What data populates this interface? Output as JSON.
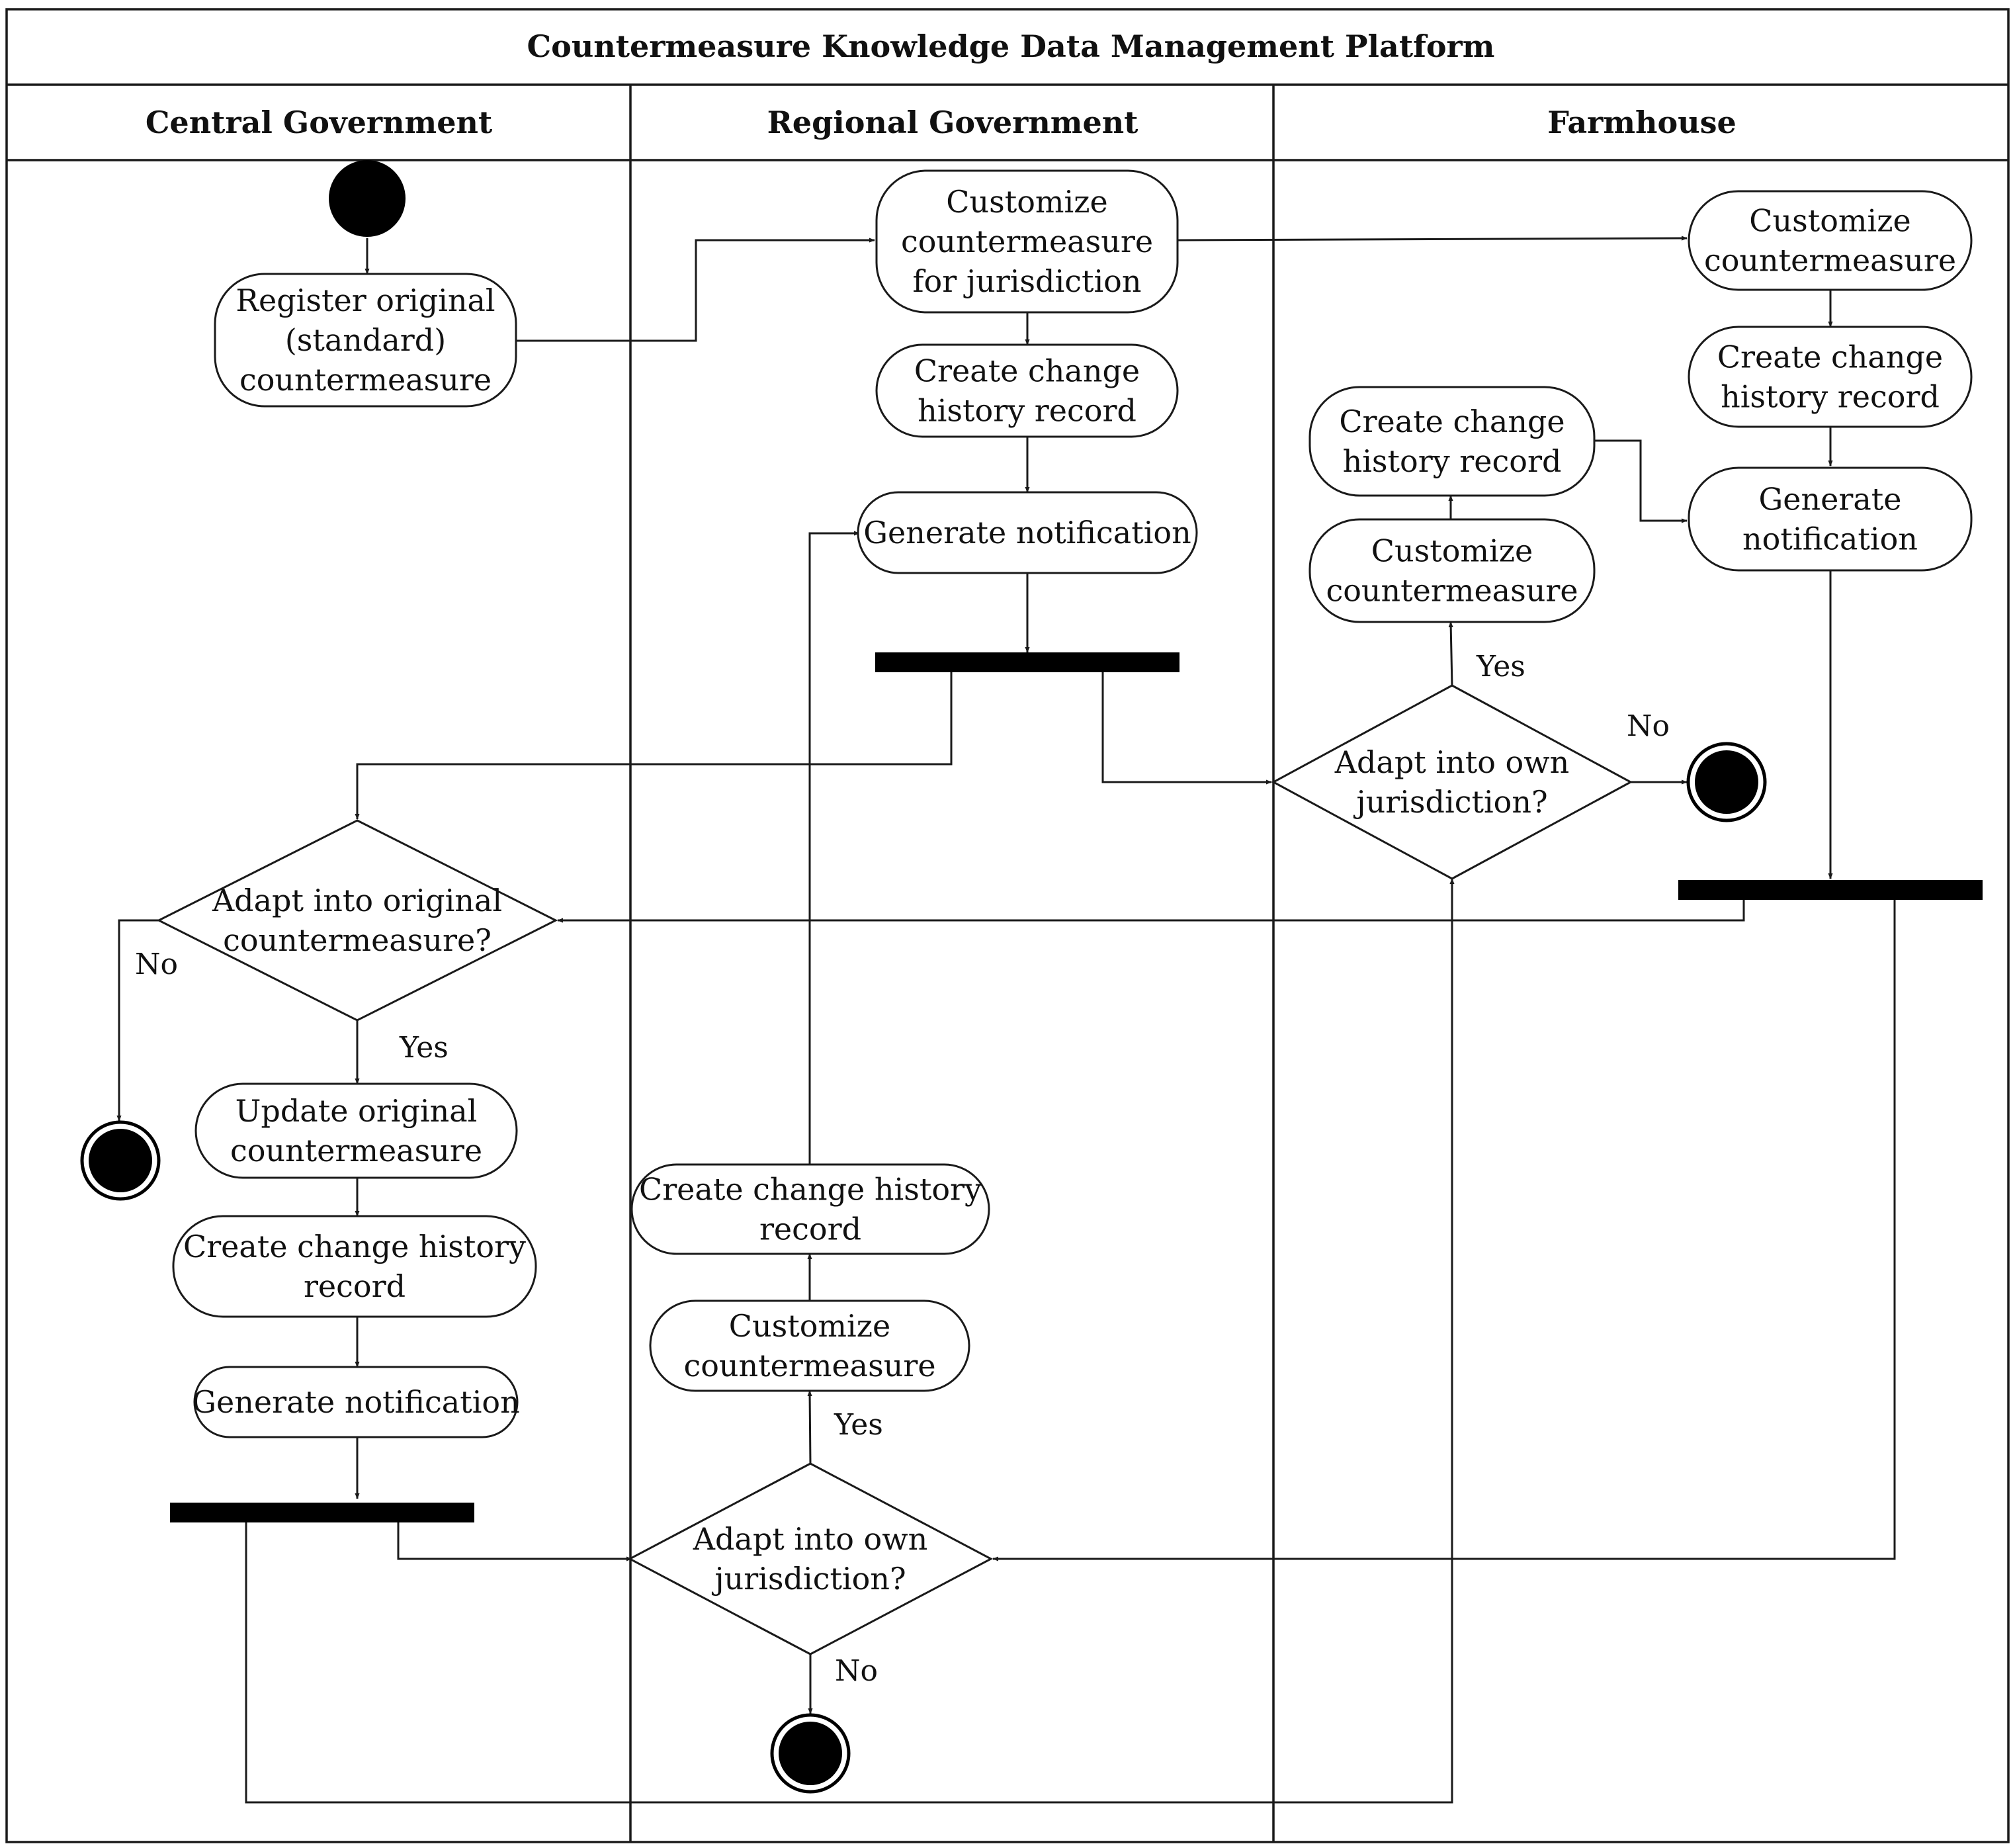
{
  "title": "Countermeasure Knowledge Data Management Platform",
  "lanes": [
    {
      "id": "central",
      "label": "Central Government"
    },
    {
      "id": "regional",
      "label": "Regional Government"
    },
    {
      "id": "farmhouse",
      "label": "Farmhouse"
    }
  ],
  "nodes": [
    {
      "id": "c_register",
      "lines": [
        "Register original",
        "(standard)",
        "countermeasure"
      ]
    },
    {
      "id": "r_customize",
      "lines": [
        "Customize",
        "countermeasure",
        "for jurisdiction"
      ]
    },
    {
      "id": "r_history",
      "lines": [
        "Create change",
        "history record"
      ]
    },
    {
      "id": "r_notify",
      "lines": [
        "Generate notification"
      ]
    },
    {
      "id": "f_customize",
      "lines": [
        "Customize",
        "countermeasure"
      ]
    },
    {
      "id": "f_history",
      "lines": [
        "Create change",
        "history record"
      ]
    },
    {
      "id": "f_notify",
      "lines": [
        "Generate",
        "notification"
      ]
    },
    {
      "id": "f2_history",
      "lines": [
        "Create change",
        "history record"
      ]
    },
    {
      "id": "f2_customize",
      "lines": [
        "Customize",
        "countermeasure"
      ]
    },
    {
      "id": "f_decision",
      "lines": [
        "Adapt into own",
        "jurisdiction?"
      ]
    },
    {
      "id": "c_decision",
      "lines": [
        "Adapt into original",
        "countermeasure?"
      ]
    },
    {
      "id": "c_update",
      "lines": [
        "Update original",
        "countermeasure"
      ]
    },
    {
      "id": "c_history",
      "lines": [
        "Create change history",
        "record"
      ]
    },
    {
      "id": "c_notify",
      "lines": [
        "Generate notification"
      ]
    },
    {
      "id": "r2_history",
      "lines": [
        "Create change history",
        "record"
      ]
    },
    {
      "id": "r2_customize",
      "lines": [
        "Customize",
        "countermeasure"
      ]
    },
    {
      "id": "r_decision",
      "lines": [
        "Adapt into own",
        "jurisdiction?"
      ]
    }
  ],
  "guards": {
    "f_yes": "Yes",
    "f_no": "No",
    "c_no": "No",
    "c_yes": "Yes",
    "r_yes": "Yes",
    "r_no": "No"
  }
}
